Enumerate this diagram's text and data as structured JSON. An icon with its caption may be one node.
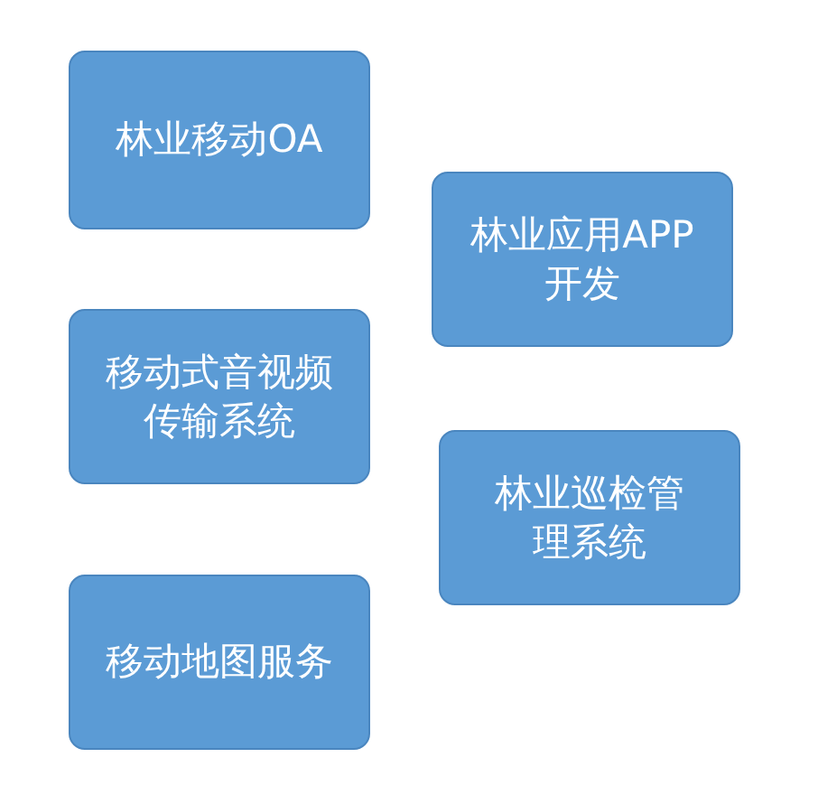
{
  "diagram": {
    "nodes": [
      {
        "text": [
          "林业移动OA"
        ]
      },
      {
        "text": [
          "林业应用APP开发"
        ]
      },
      {
        "text": [
          "移动式音视频传输系统"
        ]
      },
      {
        "text": [
          "林业巡检管理系统"
        ]
      },
      {
        "text": [
          "移动地图服务"
        ]
      }
    ]
  }
}
